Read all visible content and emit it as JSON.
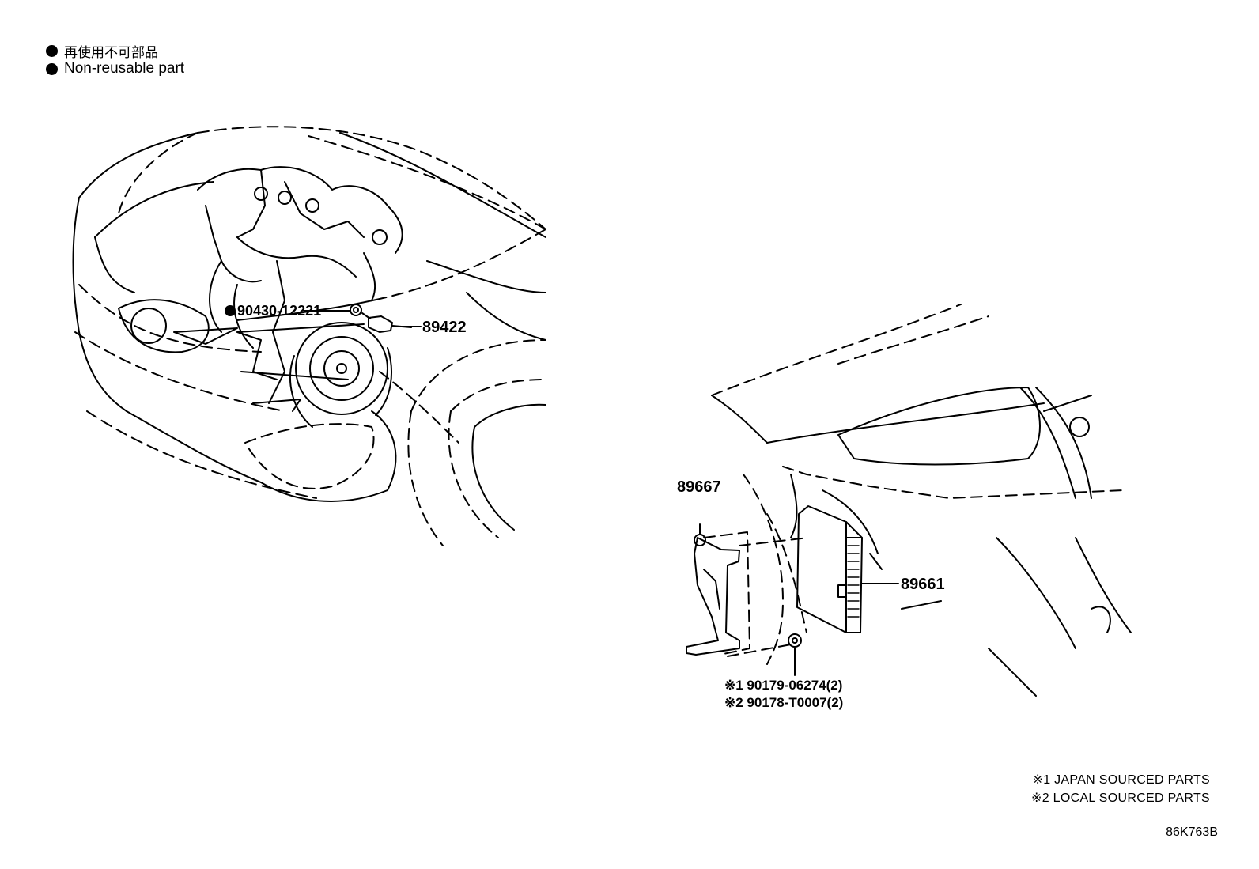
{
  "legend": {
    "symbol": "●",
    "line_jp": "再使用不可部品",
    "line_en": "Non-reusable part"
  },
  "callouts": {
    "gasket": "90430-12221",
    "sensor": "89422",
    "bracket": "89667",
    "ecu": "89661",
    "nut_1": "※1 90179-06274(2)",
    "nut_2": "※2 90178-T0007(2)"
  },
  "notes": {
    "note_1": "※1 JAPAN SOURCED PARTS",
    "note_2": "※2 LOCAL SOURCED PARTS"
  },
  "drawing_code": "86K763B"
}
